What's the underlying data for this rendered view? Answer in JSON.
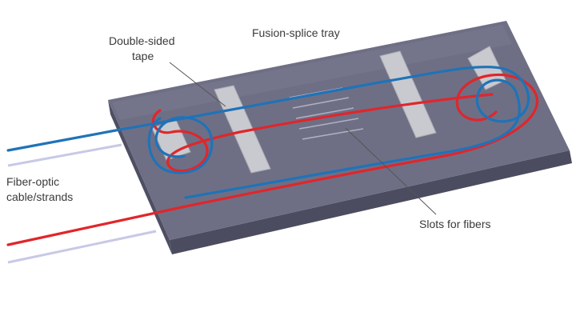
{
  "labels": {
    "double_sided_tape_line1": "Double-sided",
    "double_sided_tape_line2": "tape",
    "fusion_splice_tray": "Fusion-splice tray",
    "fiber_optic_line1": "Fiber-optic",
    "fiber_optic_line2": "cable/strands",
    "slots_for_fibers": "Slots for fibers"
  },
  "colors": {
    "tray_top": "#6e6f85",
    "tray_side_front": "#4e4f63",
    "tray_side_right": "#5a5b70",
    "tape": "#c9cacf",
    "slot_lines": "#aeb0c0",
    "fiber_blue": "#1f73b8",
    "fiber_red": "#e0262b",
    "strand_pale": "#c7c9e6",
    "leader": "#555555"
  }
}
